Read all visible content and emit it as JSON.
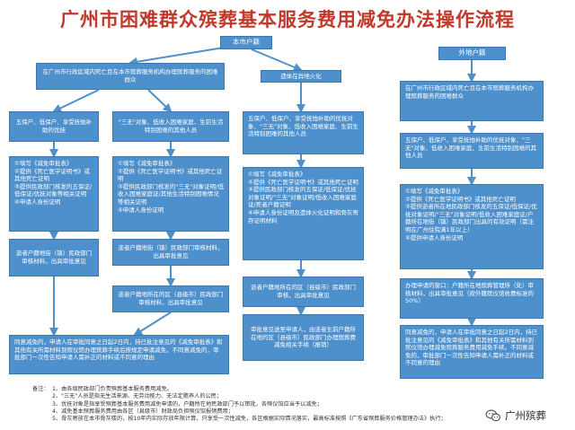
{
  "title": "广州市困难群众殡葬基本服务费用减免办法操作流程",
  "nodes": {
    "local": "本市户籍",
    "nonlocal": "外地户籍",
    "local_city": "在广州市行政区域内死亡且在本市殡葬服务机构办理殡葬服务的困难群众",
    "local_remote": "遗体在异地火化",
    "nonlocal_city": "在广州市行政区域内死亡且在本市殡葬服务机构办理殡葬服务的困难群众",
    "a_cat": "五保户、低保户、享受抚恤补助的优抚",
    "b_cat": "\"三无\"对象、低收入困难家庭、生前生活特别困难的其他人员",
    "c_cat": "五保户、低保户、享受抚恤补助的优抚对象、\"三无\"对象、低收入困难家庭、生前生活特别困难的其他人员",
    "d_cat": "五保户、低保户、享受抚恤补助的优抚对象、\"三无\"对象、低收入困难家庭、生前生活特别困难的其他人员",
    "a_docs": "①填写《减免审批表》\n②提供《死亡医学证明书》或其他死亡证明\n③提供民政部门核发的五保证/低保证/优抚对象等相关证明\n④申请人身份证明",
    "b_docs": "①填写《减免审批表》\n②提供《死亡医学证明书》或其他死亡证明\n③提供民政部门核发的\"三无\"对象证明/低收入困难家庭证/其他生活特别困难情况等相关证明\n④申请人身份证明",
    "c_docs": "①填写《减免审批表》\n②提供《死亡医学证明书》或其他死亡证明\n③提供民政部门核发的五保证/低保证/优抚对象证明/\"三无\"对象证明/低收入困难家庭证/死者户籍证明\n④申请人身份证明及遗体火化证明和骨灰寄存证明材料",
    "d_docs": "①填写《减免审批表》\n②提供《死亡医学证明书》或其他死亡证明\n③提供逝者所在地民政部门核发的五保证/低保证/优抚对象证明/\"三无\"对象证明/低收入困难家庭证/户籍所在地街（镇）民政部门出具的有效证明（需注明在广州住院满1年以上）\n④提供申请人身份证明",
    "a_step": "逝者户籍地街（镇）民政部门审核材料，出具审批意见",
    "b_step": "逝者户籍地街（镇）民政部门审核材料，出具审批意见",
    "b_step2": "逝者户籍地所在的区（县级市）民政部门审核材料，出具审批意见",
    "c_step": "逝者户籍地所在的区（县级市）民政部门审核，出具审批意见",
    "c_step2": "审批意见送至申请人，由逝者生前户籍所在地的区（县级市）民政部门办理殡葬费减免相关手续（报销）",
    "d_step": "办理申请的窗口：户籍所在地殡葬管理所（处）审核材料，出具审批意见（按外籍殡仪馆收费标准的50%）",
    "a_final": "同意减免的，申请人在审批同意之日起2日内，持已批注意见的《减免审批表》和其他有关所需材料到殡仪馆办理殡葬手续后按规定申请减免，不同意减免的，审批部门一次性告知申请人需补正的材料或不同意的理由",
    "d_final": "同意减免的，申请人在审批同意之日起2日内，持已批注意见的《减免审批表》和其他有关所需材料到殡仪馆办理减免殡葬服务费用减免手续。不同意减免的，审批部门一次性告知申请人需补正的材料或不同意的理由"
  },
  "notes": {
    "label": "备注：",
    "items": [
      "1、由各级民政部门负责殡葬基本服务费用减免。",
      "2、\"三无\"人员是指无生活来源、无劳动能力、无法定赡养人的公民；",
      "3、优抚对象是指享受殡葬基本服务费用减免申请的，户籍所在地民政部门予以审批，各殡仪馆应当予以减免；",
      "4、减免基本殡葬服务费用由各区（县级市）财政局负担殡仪馆报销费用；",
      "5、骨灰寄放在本市骨灰楼的，按10年内实际存放年限计算，只享受一次性减免，各区根据实际情况落实，最高标准按照《广东省殡葬服务价格管理办法》执行；"
    ]
  },
  "watermark": {
    "label": "广州殡葬",
    "icon": "wechat-icon"
  },
  "colors": {
    "box": "#4e90cc",
    "arrow": "#4e90cc",
    "title": "#c0392b"
  }
}
